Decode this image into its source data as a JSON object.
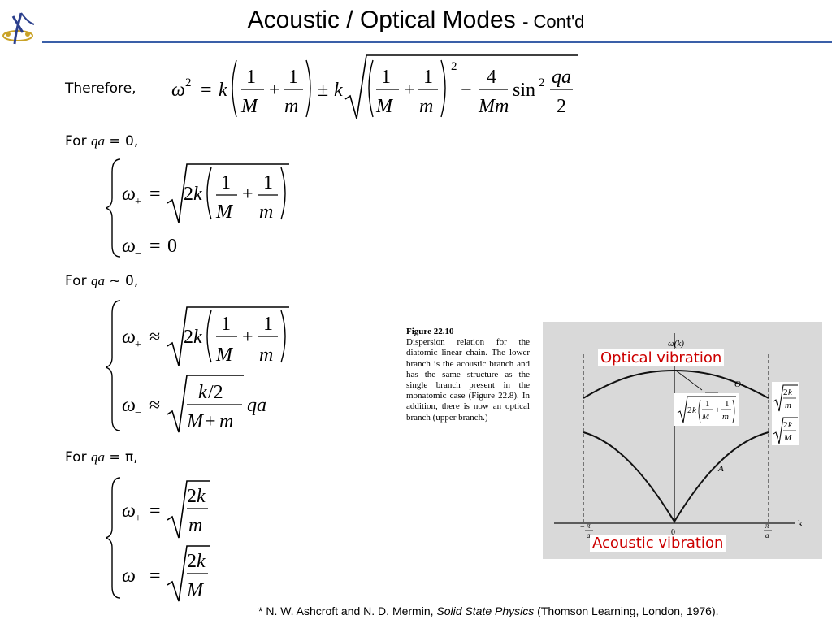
{
  "slide": {
    "title": "Acoustic / Optical Modes",
    "subtitle": "- Cont'd"
  },
  "therefore": {
    "label": "Therefore,"
  },
  "cases": [
    {
      "prefix": "For",
      "qa": "qa",
      "rest": "= 0,"
    },
    {
      "prefix": "For",
      "qa": "qa",
      "rest": "~ 0,"
    },
    {
      "prefix": "For",
      "qa": "qa",
      "rest": "= π,"
    }
  ],
  "figure": {
    "heading": "Figure 22.10",
    "caption": "Dispersion relation for the diatomic linear chain. The lower branch is the acoustic branch and has the same structure as the single branch present in the monatomic case (Figure 22.8). In addition, there is now an optical branch (upper branch.)",
    "y_axis_label": "ω(k)",
    "x_axis_label": "k",
    "origin_label": "0",
    "optical_branch_label": "O",
    "acoustic_branch_label": "A",
    "optical_callout": "Optical vibration",
    "acoustic_callout": "Acoustic vibration",
    "colors": {
      "callout": "#cc0000",
      "photo_bg": "#d9d9d9",
      "title_rule": "#3a5fa8"
    }
  },
  "footnote": {
    "before": "* N. W. Ashcroft and N. D. Mermin, ",
    "book": "Solid State Physics",
    "after": " (Thomson Learning, London, 1976)."
  },
  "logo": {
    "icon": "university-logo-icon"
  }
}
